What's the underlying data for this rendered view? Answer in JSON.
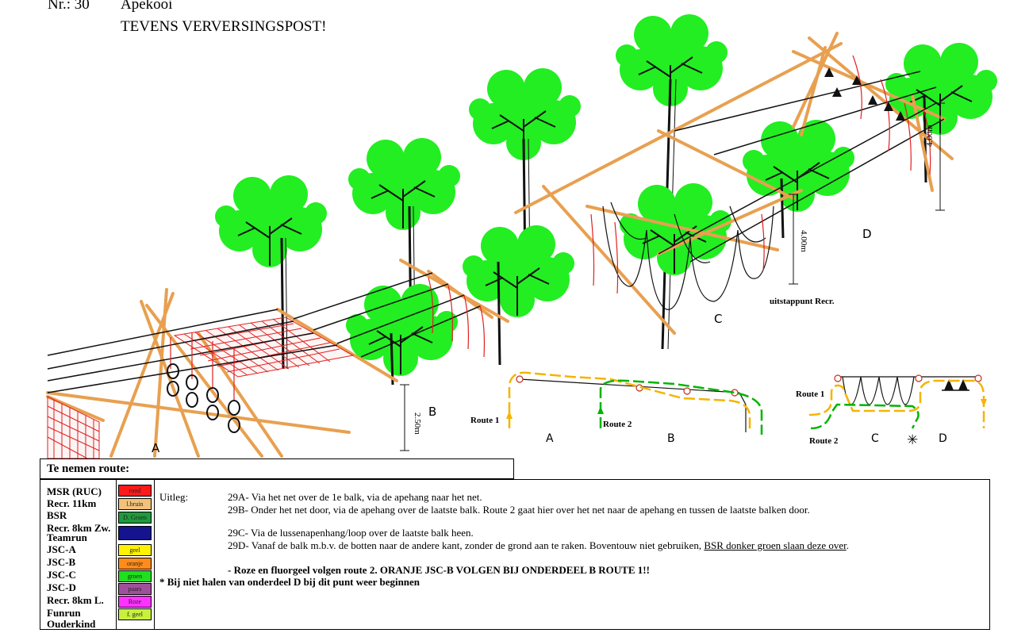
{
  "header": {
    "number": "Nr.: 30",
    "title": "Apekooi",
    "subtitle": "TEVENS VERVERSINGSPOST!"
  },
  "diagram": {
    "section_labels": {
      "a": "A",
      "b": "B",
      "c": "C",
      "d": "D"
    },
    "heights": {
      "b": "2.50m",
      "c": "4.00m",
      "d": "4.00m"
    },
    "exit_point": "uitstappunt Recr.",
    "minimap_left": {
      "route1": "Route 1",
      "route2": "Route 2",
      "a": "A",
      "b": "B"
    },
    "minimap_right": {
      "route1": "Route 1",
      "route2": "Route 2",
      "c": "C",
      "star": "✳",
      "d": "D"
    },
    "colors": {
      "route1": "#f5b400",
      "route2": "#00b400",
      "tree": "#22ee22",
      "wood": "#e8a050",
      "net": "#e02020"
    }
  },
  "legend": {
    "title": "Te nemen route:",
    "routes": [
      {
        "name": "MSR (RUC)",
        "swatch": "rood",
        "color": "#ff1a1a"
      },
      {
        "name": "Recr. 11km",
        "swatch": "l.bruin",
        "color": "#f2c27a"
      },
      {
        "name": "BSR",
        "swatch": "D. Groen",
        "color": "#1f9a3c"
      },
      {
        "name": "Recr. 8km Zw.",
        "swatch": "",
        "color": "#15138e"
      },
      {
        "name": "Teamrun",
        "swatch": "",
        "color": ""
      },
      {
        "name": "JSC-A",
        "swatch": "geel",
        "color": "#fff200"
      },
      {
        "name": "JSC-B",
        "swatch": "oranje",
        "color": "#ff8c1a"
      },
      {
        "name": "JSC-C",
        "swatch": "groen",
        "color": "#1ee01e"
      },
      {
        "name": "JSC-D",
        "swatch": "paars",
        "color": "#a0509a"
      },
      {
        "name": "Recr. 8km L.",
        "swatch": "Roze",
        "color": "#ff33ff"
      },
      {
        "name": "Funrun",
        "swatch": "f. geel",
        "color": "#c8f03c"
      },
      {
        "name": "Ouderkind",
        "swatch": "",
        "color": ""
      }
    ]
  },
  "explanation": {
    "label": "Uitleg:",
    "line_29a": "29A- Via het net over de 1e balk, via de apehang naar het net.",
    "line_29b": "29B- Onder het net door, via de apehang over de laatste balk. Route 2 gaat hier over het net naar de apehang en tussen de laatste balken door.",
    "line_29c": "29C- Via de lussenapenhang/loop over de laatste balk heen.",
    "line_29d_pre": "29D- Vanaf de balk m.b.v. de botten naar de andere kant, zonder de grond aan te raken. Boventouw niet gebruiken, ",
    "line_29d_ul": "BSR donker groen slaan deze over",
    "line_29d_post": ".",
    "note1": "- Roze en fluorgeel volgen route 2. ORANJE JSC-B VOLGEN BIJ ONDERDEEL B ROUTE 1!!",
    "note2": "* Bij niet halen van onderdeel D bij dit punt weer beginnen"
  }
}
